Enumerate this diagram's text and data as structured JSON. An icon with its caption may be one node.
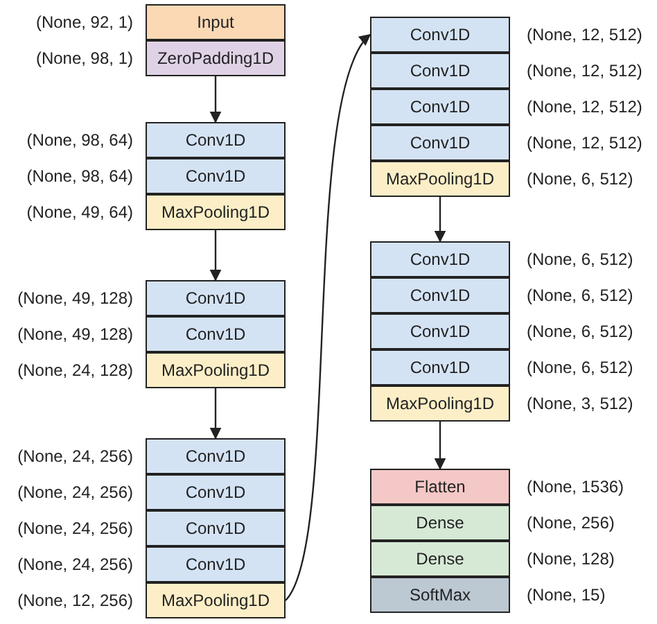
{
  "diagram": {
    "nodes": [
      {
        "text": [
          "Input"
        ],
        "beside": [
          "(None, 92, 1)"
        ]
      },
      {
        "text": [
          "ZeroPadding1D"
        ],
        "beside": [
          "(None, 98, 1)"
        ]
      },
      {
        "text": [
          "Conv1D"
        ],
        "beside": [
          "(None, 98, 64)"
        ]
      },
      {
        "text": [
          "Conv1D"
        ],
        "beside": [
          "(None, 98, 64)"
        ]
      },
      {
        "text": [
          "MaxPooling1D"
        ],
        "beside": [
          "(None, 49, 64)"
        ]
      },
      {
        "text": [
          "Conv1D"
        ],
        "beside": [
          "(None, 49, 128)"
        ]
      },
      {
        "text": [
          "Conv1D"
        ],
        "beside": [
          "(None, 49, 128)"
        ]
      },
      {
        "text": [
          "MaxPooling1D"
        ],
        "beside": [
          "(None, 24, 128)"
        ]
      },
      {
        "text": [
          "Conv1D"
        ],
        "beside": [
          "(None, 24, 256)"
        ]
      },
      {
        "text": [
          "Conv1D"
        ],
        "beside": [
          "(None, 24, 256)"
        ]
      },
      {
        "text": [
          "Conv1D"
        ],
        "beside": [
          "(None, 24, 256)"
        ]
      },
      {
        "text": [
          "Conv1D"
        ],
        "beside": [
          "(None, 24, 256)"
        ]
      },
      {
        "text": [
          "MaxPooling1D"
        ],
        "beside": [
          "(None, 12, 256)"
        ]
      },
      {
        "text": [
          "Conv1D"
        ],
        "beside": [
          "(None, 12, 512)"
        ]
      },
      {
        "text": [
          "Conv1D"
        ],
        "beside": [
          "(None, 12, 512)"
        ]
      },
      {
        "text": [
          "Conv1D"
        ],
        "beside": [
          "(None, 12, 512)"
        ]
      },
      {
        "text": [
          "Conv1D"
        ],
        "beside": [
          "(None, 12, 512)"
        ]
      },
      {
        "text": [
          "MaxPooling1D"
        ],
        "beside": [
          "(None, 6, 512)"
        ]
      },
      {
        "text": [
          "Conv1D"
        ],
        "beside": [
          "(None, 6, 512)"
        ]
      },
      {
        "text": [
          "Conv1D"
        ],
        "beside": [
          "(None, 6, 512)"
        ]
      },
      {
        "text": [
          "Conv1D"
        ],
        "beside": [
          "(None, 6, 512)"
        ]
      },
      {
        "text": [
          "Conv1D"
        ],
        "beside": [
          "(None, 6, 512)"
        ]
      },
      {
        "text": [
          "MaxPooling1D"
        ],
        "beside": [
          "(None, 3, 512)"
        ]
      },
      {
        "text": [
          "Flatten"
        ],
        "beside": [
          "(None, 1536)"
        ]
      },
      {
        "text": [
          "Dense"
        ],
        "beside": [
          "(None, 256)"
        ]
      },
      {
        "text": [
          "Dense"
        ],
        "beside": [
          "(None, 128)"
        ]
      },
      {
        "text": [
          "SoftMax"
        ],
        "beside": [
          "(None, 15)"
        ]
      }
    ],
    "edges": [
      {
        "from": 1,
        "to": 2,
        "arrow": "to"
      },
      {
        "from": 4,
        "to": 5,
        "arrow": "to"
      },
      {
        "from": 7,
        "to": 8,
        "arrow": "to"
      },
      {
        "from": 12,
        "to": 13,
        "arrow": "to"
      },
      {
        "from": 17,
        "to": 18,
        "arrow": "to"
      },
      {
        "from": 22,
        "to": 23,
        "arrow": "to"
      }
    ]
  }
}
